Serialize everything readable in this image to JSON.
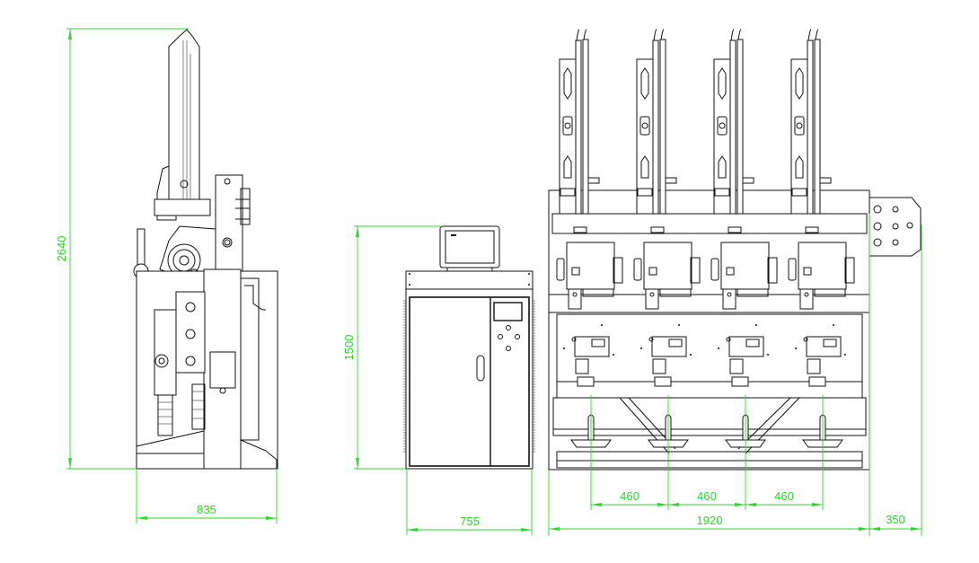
{
  "drawing": {
    "side_view": {
      "height_label": "2640",
      "depth_label": "835"
    },
    "control_cabinet": {
      "height_label": "1500",
      "width_label": "755"
    },
    "front_view": {
      "station_pitch_labels": [
        "460",
        "460",
        "460"
      ],
      "width_label": "1920",
      "side_unit_label": "350",
      "station_count": 4
    }
  },
  "colors": {
    "dimension": "#2fd62f",
    "linework": "#111111"
  }
}
